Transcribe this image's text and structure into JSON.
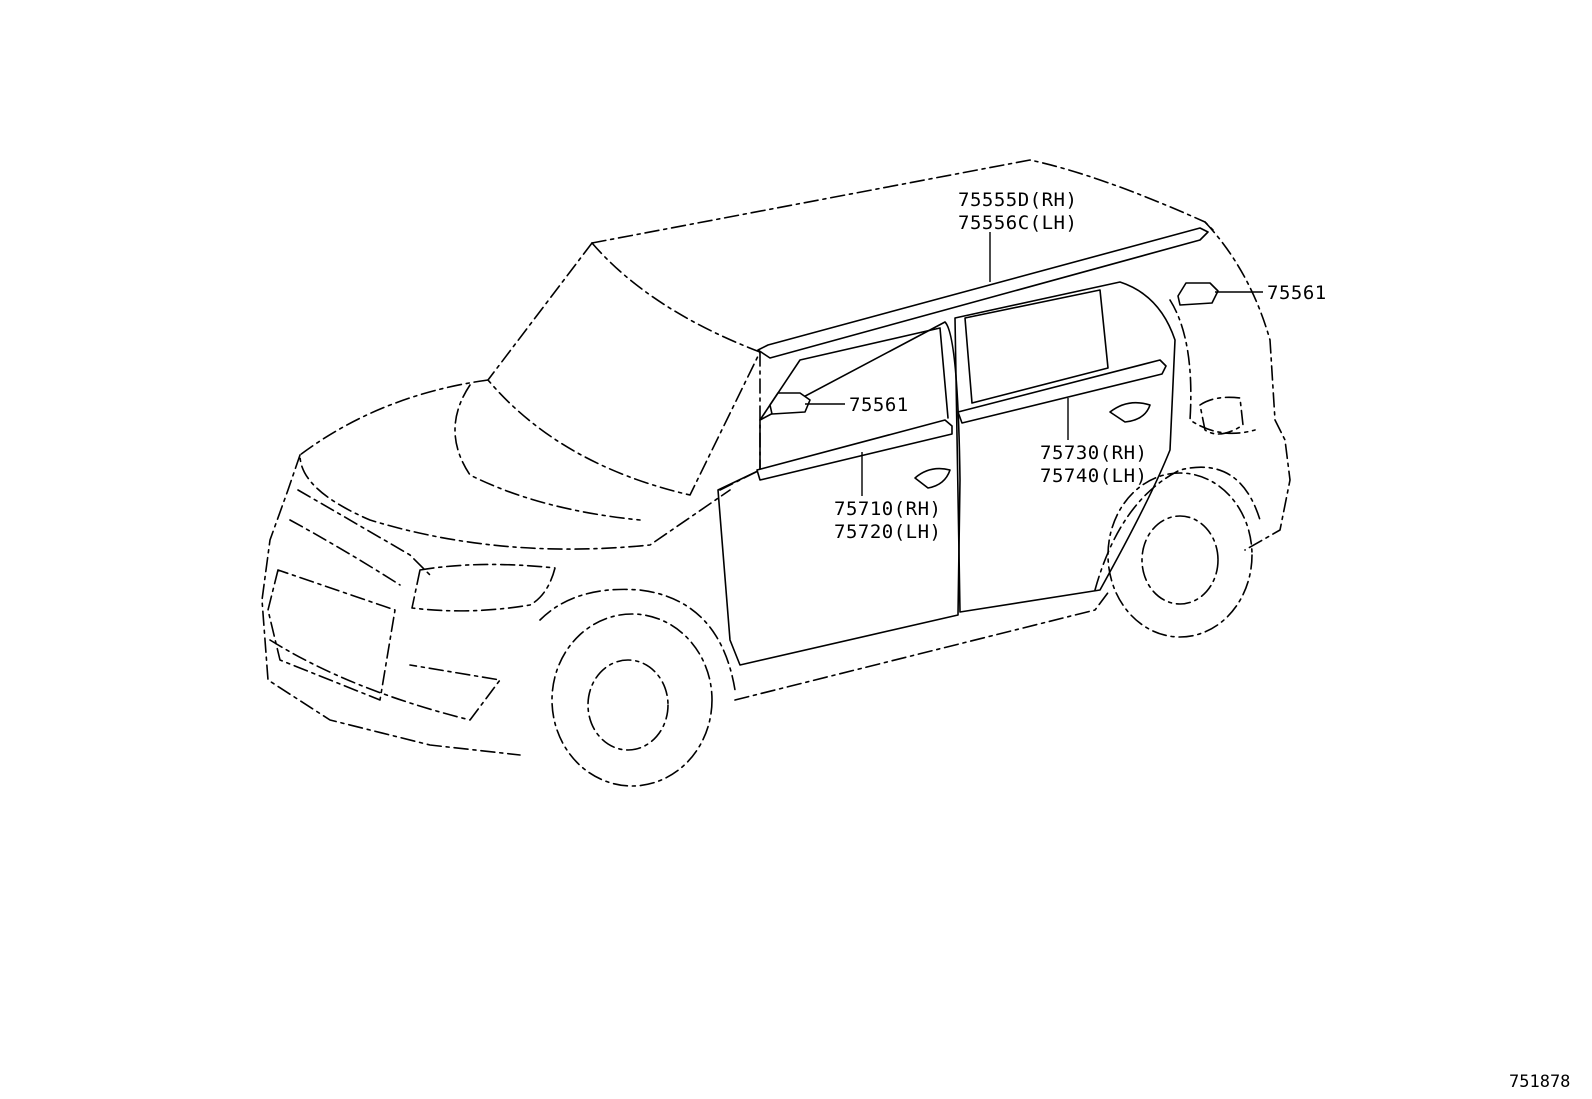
{
  "callouts": {
    "roof_molding_rh": "75555D(RH)",
    "roof_molding_lh": "75556C(LH)",
    "clip_rear": "75561",
    "clip_front": "75561",
    "front_belt_rh": "75710(RH)",
    "front_belt_lh": "75720(LH)",
    "rear_belt_rh": "75730(RH)",
    "rear_belt_lh": "75740(LH)"
  },
  "figure_number": "751878"
}
